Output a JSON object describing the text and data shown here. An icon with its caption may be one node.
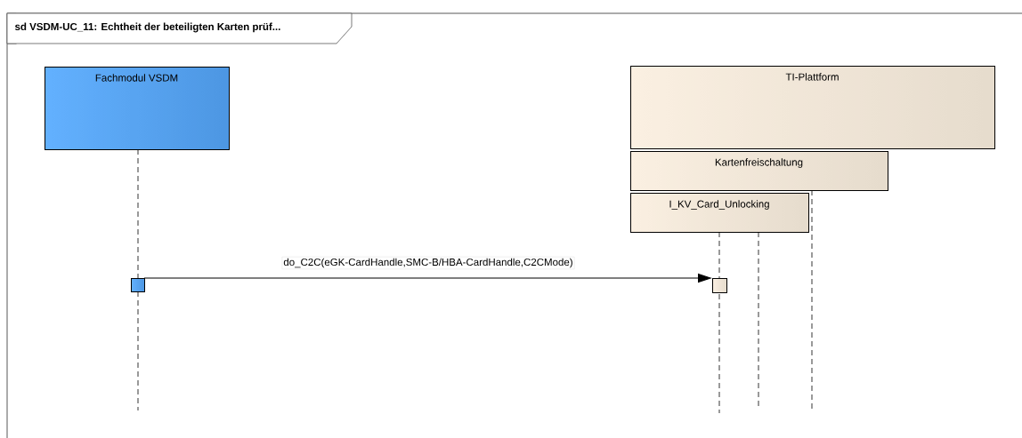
{
  "diagram": {
    "title": "sd VSDM-UC_11: Echtheit der beteiligten Karten prüf...",
    "nodes": [
      {
        "text": [
          "Fachmodul VSDM"
        ]
      },
      {
        "text": [
          "TI-Plattform"
        ]
      },
      {
        "text": [
          "Kartenfreischaltung"
        ]
      },
      {
        "text": [
          "I_KV_Card_Unlocking"
        ]
      },
      {
        "text": [],
        "shape": "box"
      },
      {
        "text": [],
        "shape": "box"
      }
    ],
    "edges": [
      {
        "from": 4,
        "to": 5,
        "arrow": "to",
        "label": "do_C2C(eGK-CardHandle,SMC-B/HBA-CardHandle,C2CMode)"
      }
    ]
  }
}
